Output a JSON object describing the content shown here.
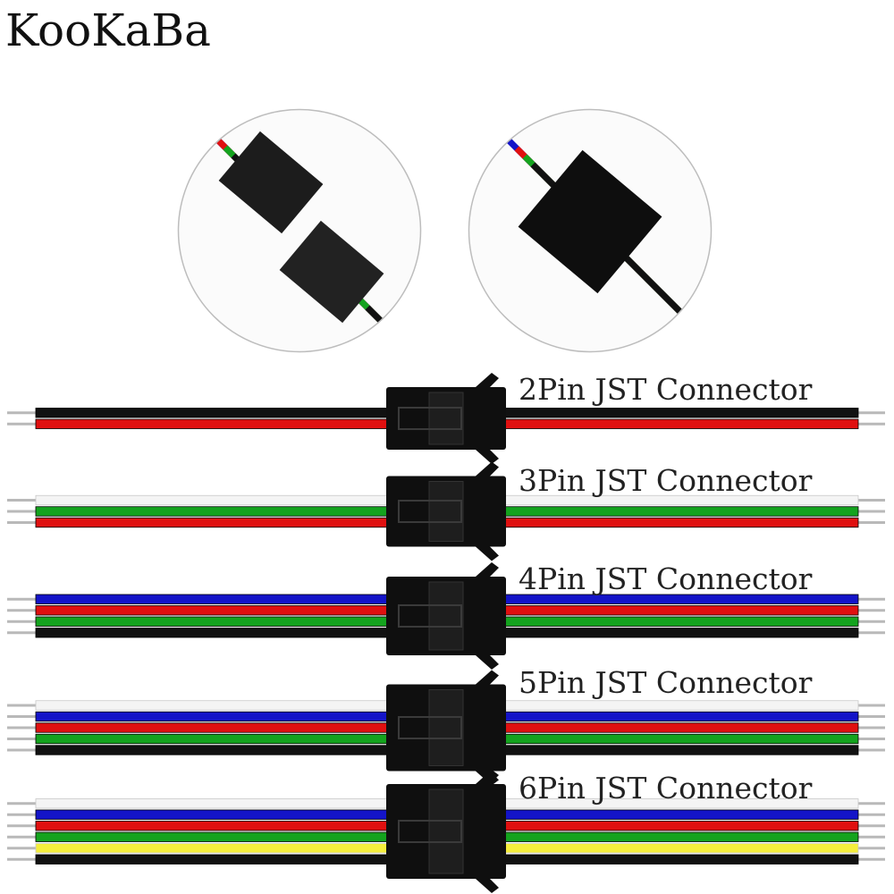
{
  "brand": "KooKaBa",
  "wire_colors": {
    "black": "#111111",
    "red": "#e01010",
    "white": "#f4f4f4",
    "green": "#14a31e",
    "blue": "#1414c8",
    "yellow": "#f5ee3c"
  },
  "detail_circles": [
    {
      "icon": "connector-pair-unplugged-icon",
      "wires": [
        "white",
        "blue",
        "red",
        "green",
        "black"
      ]
    },
    {
      "icon": "connector-pair-plugged-icon",
      "wires": [
        "white",
        "blue",
        "red",
        "green",
        "black"
      ]
    }
  ],
  "cables": [
    {
      "label": "2Pin JST Connector",
      "wires": [
        "black",
        "red"
      ]
    },
    {
      "label": "3Pin JST Connector",
      "wires": [
        "white",
        "green",
        "red"
      ]
    },
    {
      "label": "4Pin JST Connector",
      "wires": [
        "blue",
        "red",
        "green",
        "black"
      ]
    },
    {
      "label": "5Pin JST Connector",
      "wires": [
        "white",
        "blue",
        "red",
        "green",
        "black"
      ]
    },
    {
      "label": "6Pin JST Connector",
      "wires": [
        "white",
        "blue",
        "red",
        "green",
        "yellow",
        "black"
      ]
    }
  ]
}
